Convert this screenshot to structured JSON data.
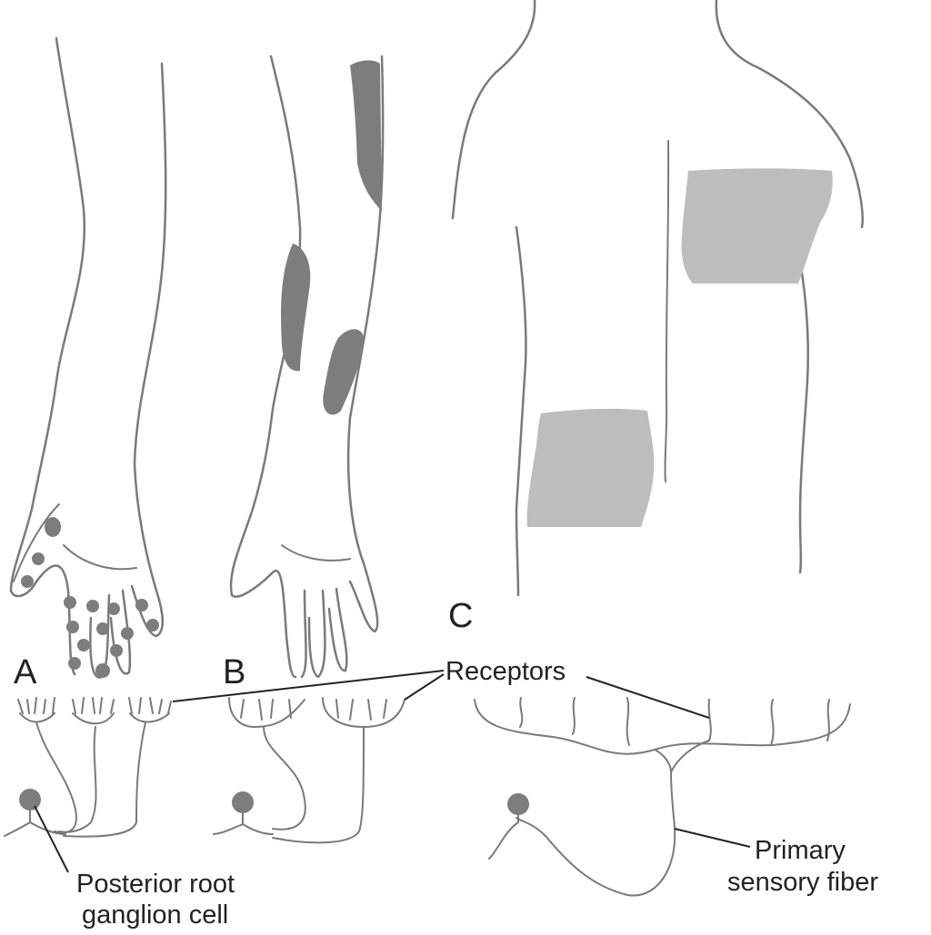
{
  "panels": {
    "a": {
      "label": "A"
    },
    "b": {
      "label": "B"
    },
    "c": {
      "label": "C"
    }
  },
  "labels": {
    "receptors": "Receptors",
    "ganglion_line1": "Posterior root",
    "ganglion_line2": "ganglion cell",
    "fiber_line1": "Primary",
    "fiber_line2": "sensory fiber"
  },
  "colors": {
    "outline": "#7a7a7a",
    "dark_patch": "#7d7d7d",
    "light_patch": "#bdbdbd",
    "text": "#222222"
  }
}
